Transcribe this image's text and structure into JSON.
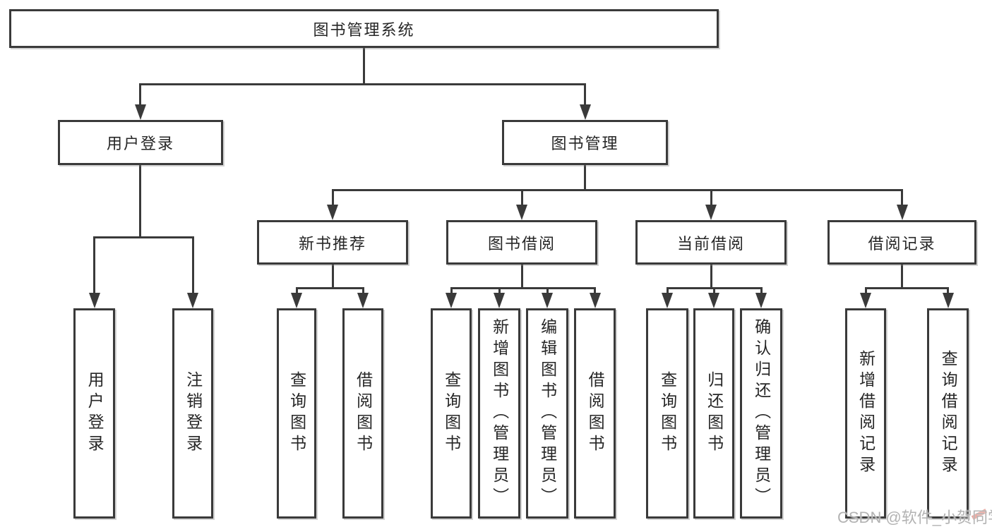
{
  "diagram_type": "hierarchy-tree",
  "tree": {
    "root": {
      "label": "图书管理系统"
    },
    "branches": [
      {
        "label": "用户登录",
        "children": [
          {
            "label": "用户登录"
          },
          {
            "label": "注销登录"
          }
        ]
      },
      {
        "label": "图书管理",
        "children": [
          {
            "label": "新书推荐",
            "children": [
              {
                "label": "查询图书"
              },
              {
                "label": "借阅图书"
              }
            ]
          },
          {
            "label": "图书借阅",
            "children": [
              {
                "label": "查询图书"
              },
              {
                "label": "新增图书（管理员）"
              },
              {
                "label": "编辑图书（管理员）"
              },
              {
                "label": "借阅图书"
              }
            ]
          },
          {
            "label": "当前借阅",
            "children": [
              {
                "label": "查询图书"
              },
              {
                "label": "归还图书"
              },
              {
                "label": "确认归还（管理员）"
              }
            ]
          },
          {
            "label": "借阅记录",
            "children": [
              {
                "label": "新增借阅记录"
              },
              {
                "label": "查询借阅记录"
              }
            ]
          }
        ]
      }
    ]
  },
  "watermark": {
    "text": "CSDN @软件_小贺同学"
  },
  "colors": {
    "line": "#3a3a3a",
    "text": "#262626",
    "box_background": "#ffffff",
    "watermark": "#b3b3b3",
    "watermark_accent": "#cf4a3a",
    "background": "#ffffff"
  }
}
